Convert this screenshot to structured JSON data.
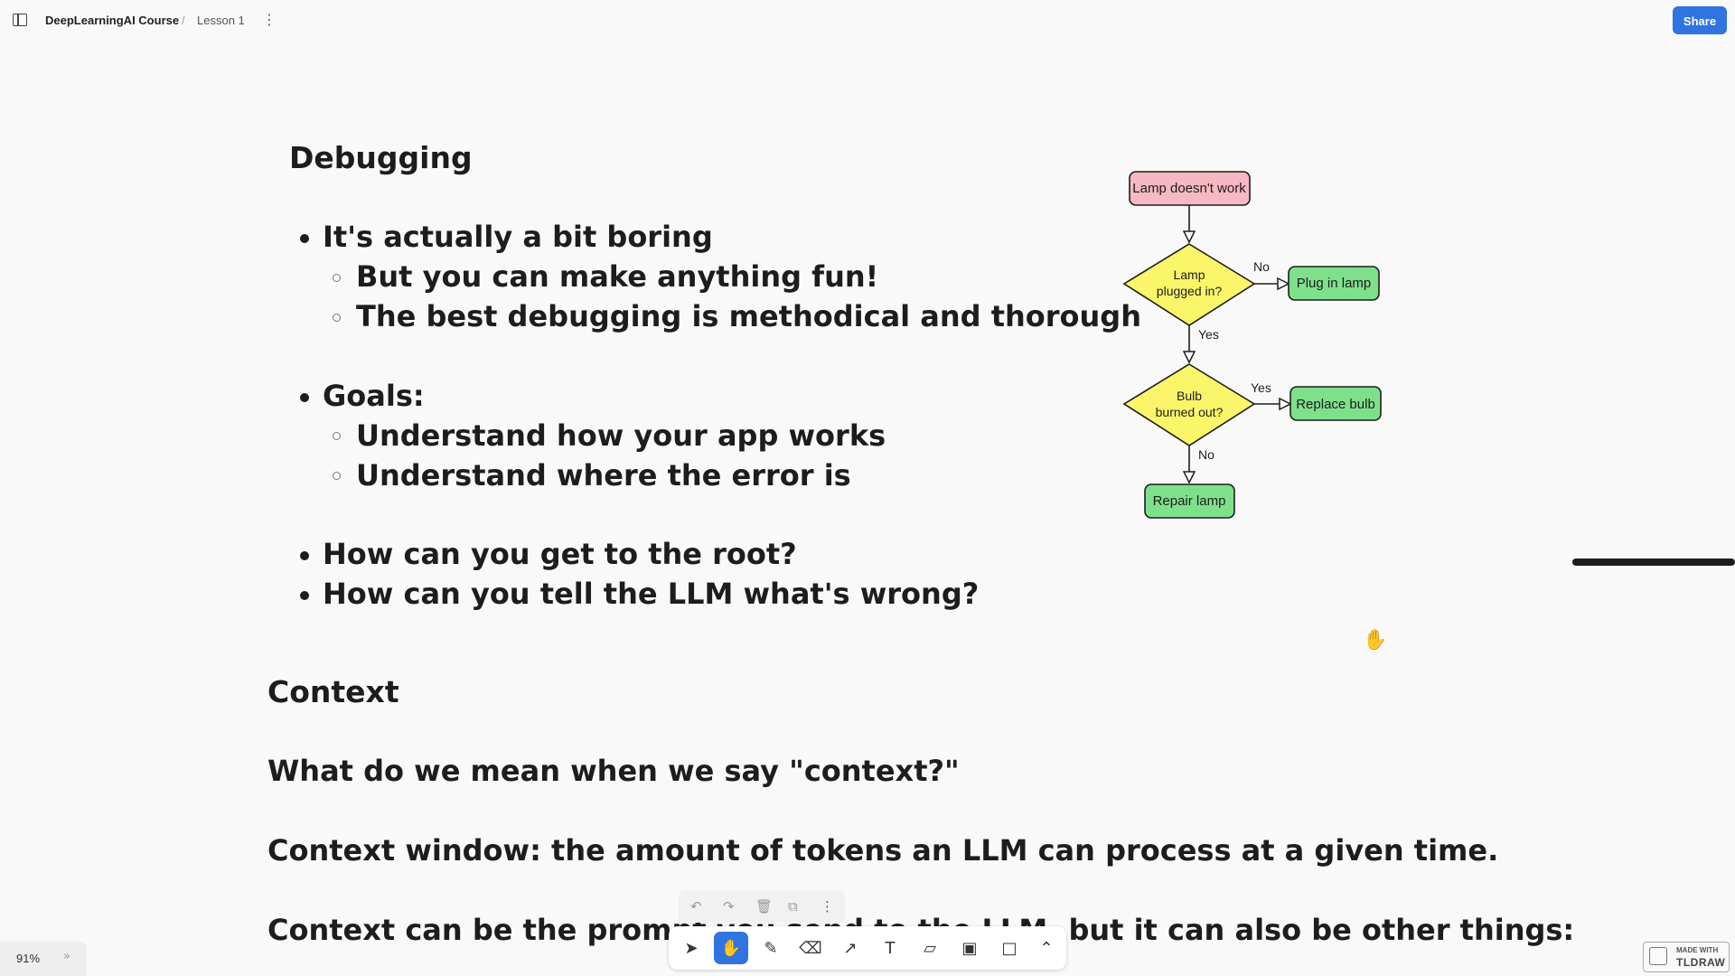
{
  "header": {
    "course": "DeepLearningAI Course",
    "separator": "/",
    "lesson": "Lesson 1",
    "more": "⋮",
    "share_label": "Share"
  },
  "canvas": {
    "debugging": {
      "title": "Debugging",
      "items": [
        "It's actually a bit boring",
        "But you can make anything fun!",
        "The best debugging is methodical and thorough",
        "Goals:",
        "Understand how your app works",
        "Understand where the error is",
        "How can you get to the root?",
        "How can you tell the LLM what's wrong?"
      ]
    },
    "context": {
      "title": "Context",
      "question": "What do we mean when we say \"context?\"",
      "window_def": "Context window: the amount of tokens an LLM can process at a given time.",
      "more": "Context can be the prompt you send to the LLM, but it can also be other things:"
    },
    "flowchart": {
      "start": "Lamp doesn't work",
      "q1_line1": "Lamp",
      "q1_line2": "plugged in?",
      "q1_no": "No",
      "q1_yes": "Yes",
      "a1": "Plug in lamp",
      "q2_line1": "Bulb",
      "q2_line2": "burned out?",
      "q2_yes": "Yes",
      "q2_no": "No",
      "a2": "Replace bulb",
      "a3": "Repair lamp",
      "colors": {
        "start": "#f6b8c2",
        "decision": "#fbf56a",
        "action": "#7fe08c"
      }
    }
  },
  "toolbar": {
    "history": {
      "undo": "↶",
      "redo": "↷",
      "delete": "🗑",
      "duplicate": "⧉",
      "more": "⋮"
    },
    "tools": [
      {
        "name": "select",
        "glyph": "➤"
      },
      {
        "name": "hand",
        "glyph": "✋"
      },
      {
        "name": "draw",
        "glyph": "✎"
      },
      {
        "name": "eraser",
        "glyph": "⌫"
      },
      {
        "name": "arrow",
        "glyph": "↗"
      },
      {
        "name": "text",
        "glyph": "T"
      },
      {
        "name": "note",
        "glyph": "▱"
      },
      {
        "name": "media",
        "glyph": "▣"
      },
      {
        "name": "rectangle",
        "glyph": "□"
      },
      {
        "name": "more",
        "glyph": "⌃"
      }
    ],
    "active_tool": "hand"
  },
  "footer": {
    "zoom": "91%",
    "expand": "»",
    "badge_line1": "MADE WITH",
    "badge_line2": "TLDRAW"
  }
}
